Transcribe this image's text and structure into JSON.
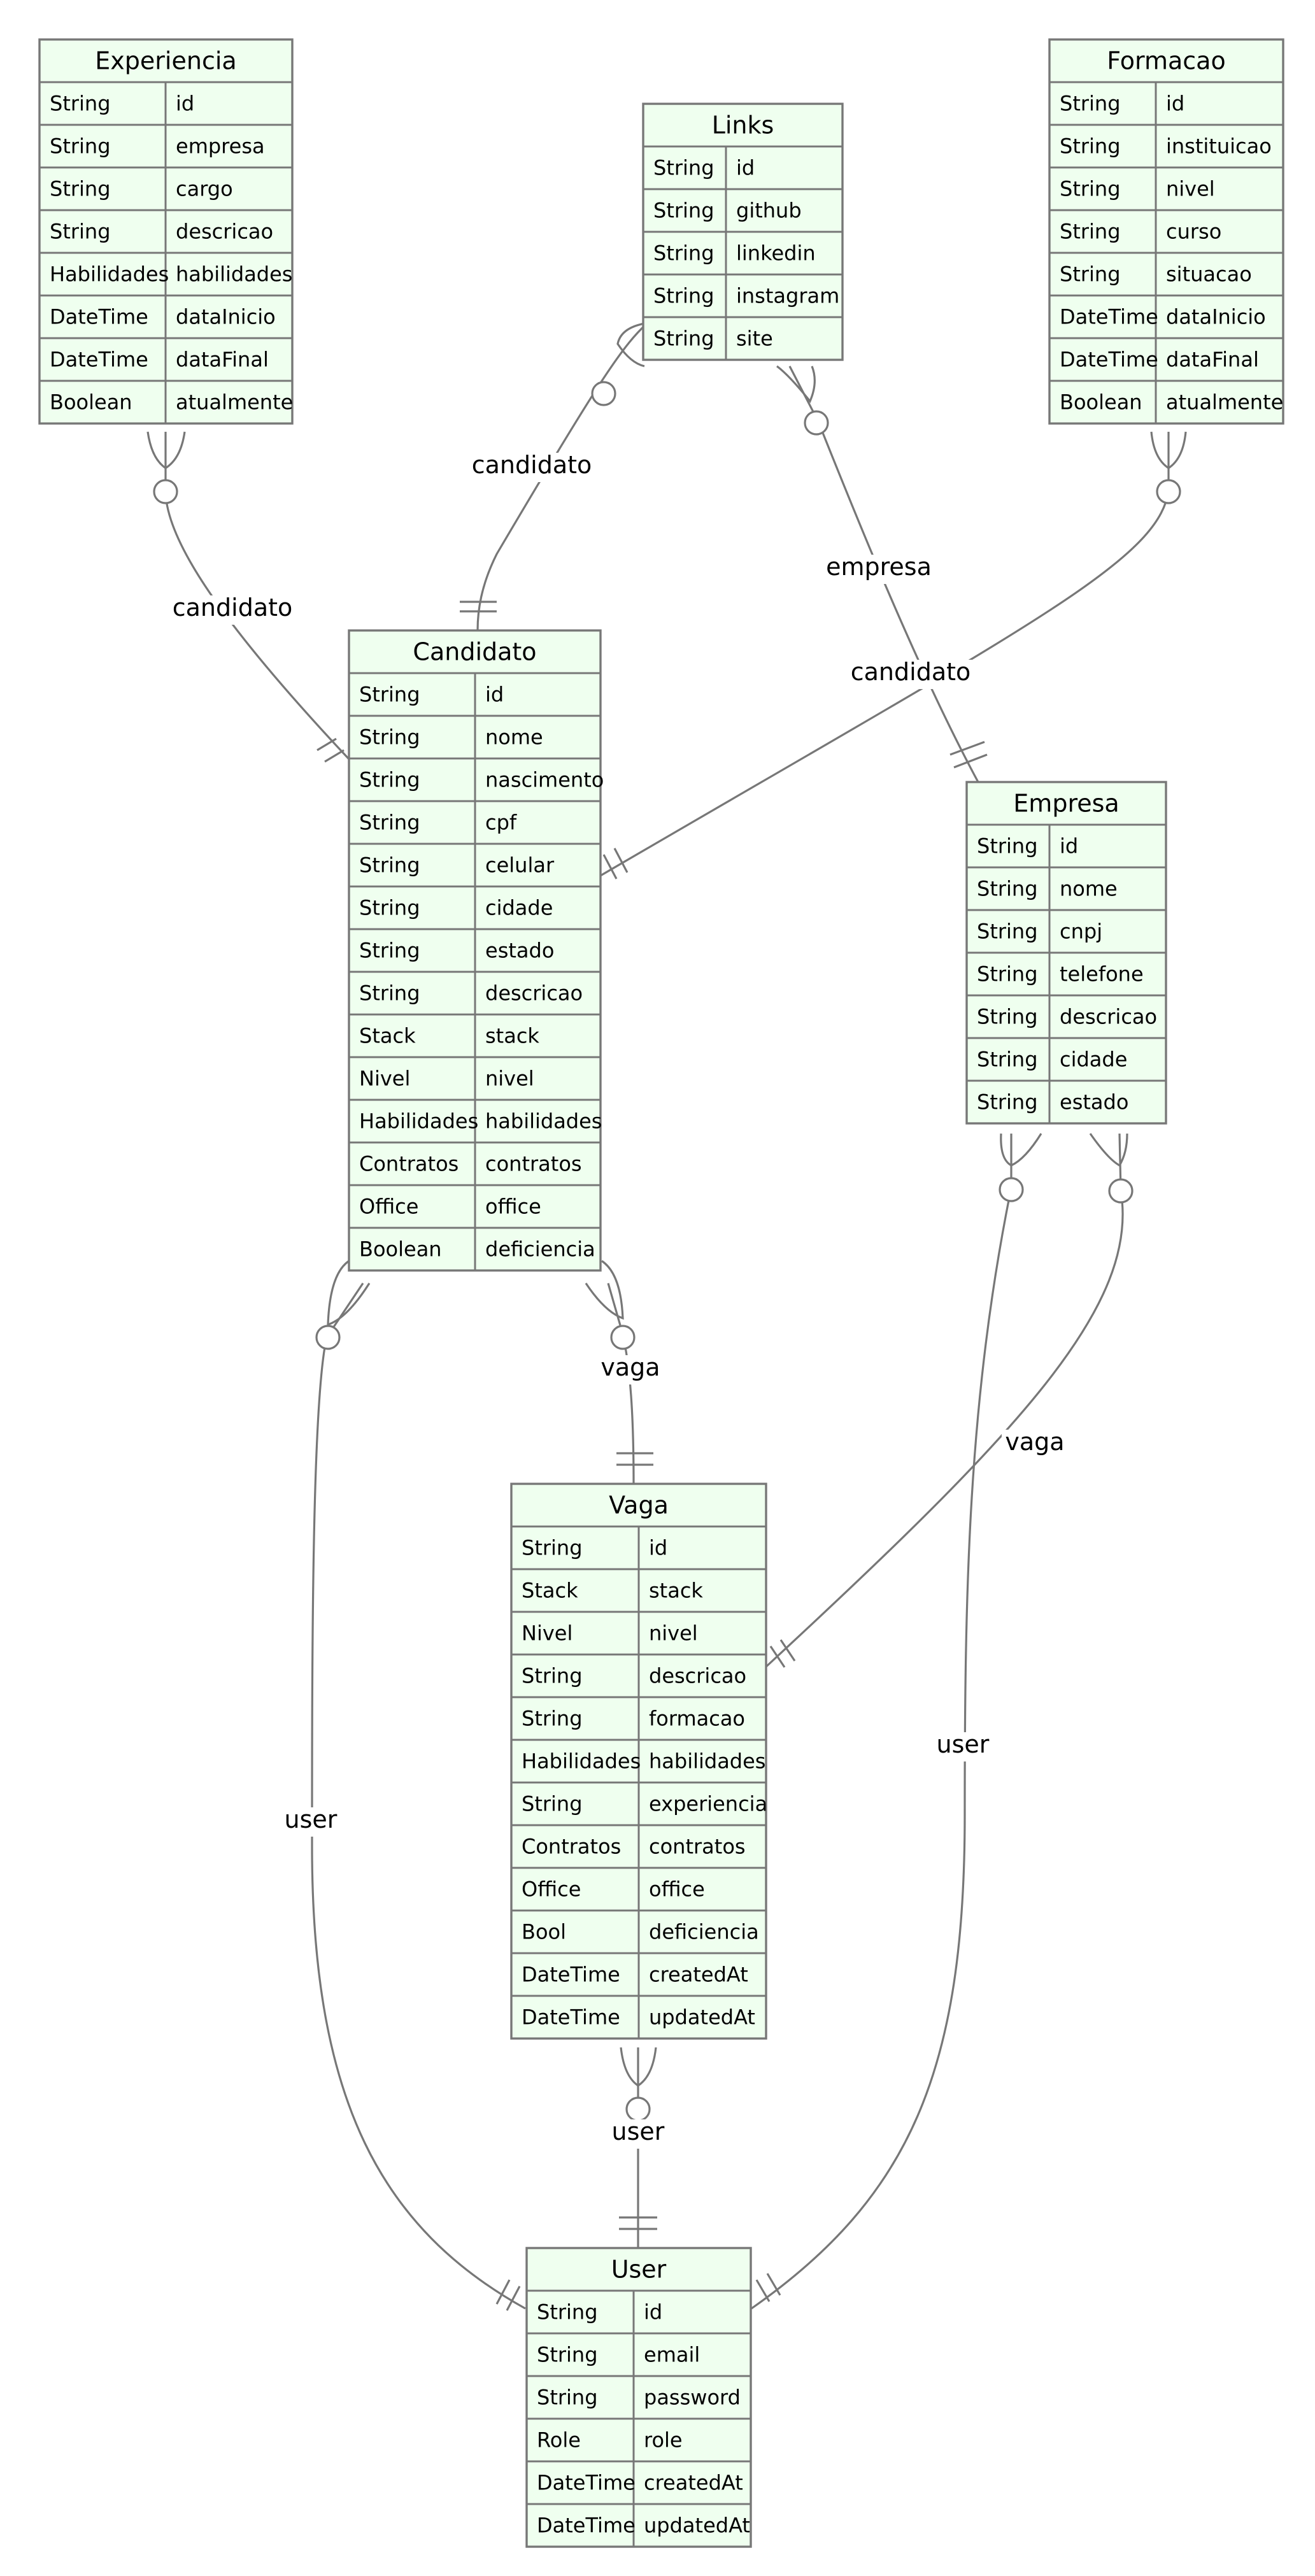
{
  "entities": {
    "experiencia": {
      "name": "Experiencia",
      "attributes": [
        {
          "type": "String",
          "name": "id"
        },
        {
          "type": "String",
          "name": "empresa"
        },
        {
          "type": "String",
          "name": "cargo"
        },
        {
          "type": "String",
          "name": "descricao"
        },
        {
          "type": "Habilidades",
          "name": "habilidades"
        },
        {
          "type": "DateTime",
          "name": "dataInicio"
        },
        {
          "type": "DateTime",
          "name": "dataFinal"
        },
        {
          "type": "Boolean",
          "name": "atualmente"
        }
      ]
    },
    "links": {
      "name": "Links",
      "attributes": [
        {
          "type": "String",
          "name": "id"
        },
        {
          "type": "String",
          "name": "github"
        },
        {
          "type": "String",
          "name": "linkedin"
        },
        {
          "type": "String",
          "name": "instagram"
        },
        {
          "type": "String",
          "name": "site"
        }
      ]
    },
    "formacao": {
      "name": "Formacao",
      "attributes": [
        {
          "type": "String",
          "name": "id"
        },
        {
          "type": "String",
          "name": "instituicao"
        },
        {
          "type": "String",
          "name": "nivel"
        },
        {
          "type": "String",
          "name": "curso"
        },
        {
          "type": "String",
          "name": "situacao"
        },
        {
          "type": "DateTime",
          "name": "dataInicio"
        },
        {
          "type": "DateTime",
          "name": "dataFinal"
        },
        {
          "type": "Boolean",
          "name": "atualmente"
        }
      ]
    },
    "candidato": {
      "name": "Candidato",
      "attributes": [
        {
          "type": "String",
          "name": "id"
        },
        {
          "type": "String",
          "name": "nome"
        },
        {
          "type": "String",
          "name": "nascimento"
        },
        {
          "type": "String",
          "name": "cpf"
        },
        {
          "type": "String",
          "name": "celular"
        },
        {
          "type": "String",
          "name": "cidade"
        },
        {
          "type": "String",
          "name": "estado"
        },
        {
          "type": "String",
          "name": "descricao"
        },
        {
          "type": "Stack",
          "name": "stack"
        },
        {
          "type": "Nivel",
          "name": "nivel"
        },
        {
          "type": "Habilidades",
          "name": "habilidades"
        },
        {
          "type": "Contratos",
          "name": "contratos"
        },
        {
          "type": "Office",
          "name": "office"
        },
        {
          "type": "Boolean",
          "name": "deficiencia"
        }
      ]
    },
    "empresa": {
      "name": "Empresa",
      "attributes": [
        {
          "type": "String",
          "name": "id"
        },
        {
          "type": "String",
          "name": "nome"
        },
        {
          "type": "String",
          "name": "cnpj"
        },
        {
          "type": "String",
          "name": "telefone"
        },
        {
          "type": "String",
          "name": "descricao"
        },
        {
          "type": "String",
          "name": "cidade"
        },
        {
          "type": "String",
          "name": "estado"
        }
      ]
    },
    "vaga": {
      "name": "Vaga",
      "attributes": [
        {
          "type": "String",
          "name": "id"
        },
        {
          "type": "Stack",
          "name": "stack"
        },
        {
          "type": "Nivel",
          "name": "nivel"
        },
        {
          "type": "String",
          "name": "descricao"
        },
        {
          "type": "String",
          "name": "formacao"
        },
        {
          "type": "Habilidades",
          "name": "habilidades"
        },
        {
          "type": "String",
          "name": "experiencia"
        },
        {
          "type": "Contratos",
          "name": "contratos"
        },
        {
          "type": "Office",
          "name": "office"
        },
        {
          "type": "Bool",
          "name": "deficiencia"
        },
        {
          "type": "DateTime",
          "name": "createdAt"
        },
        {
          "type": "DateTime",
          "name": "updatedAt"
        }
      ]
    },
    "user": {
      "name": "User",
      "attributes": [
        {
          "type": "String",
          "name": "id"
        },
        {
          "type": "String",
          "name": "email"
        },
        {
          "type": "String",
          "name": "password"
        },
        {
          "type": "Role",
          "name": "role"
        },
        {
          "type": "DateTime",
          "name": "createdAt"
        },
        {
          "type": "DateTime",
          "name": "updatedAt"
        }
      ]
    }
  },
  "relationships": [
    {
      "from": "Experiencia",
      "to": "Candidato",
      "label": "candidato"
    },
    {
      "from": "Links",
      "to": "Candidato",
      "label": "candidato"
    },
    {
      "from": "Links",
      "to": "Empresa",
      "label": "empresa"
    },
    {
      "from": "Formacao",
      "to": "Candidato",
      "label": "candidato"
    },
    {
      "from": "Candidato",
      "to": "Vaga",
      "label": "vaga"
    },
    {
      "from": "Empresa",
      "to": "Vaga",
      "label": "vaga"
    },
    {
      "from": "Candidato",
      "to": "User",
      "label": "user"
    },
    {
      "from": "Vaga",
      "to": "User",
      "label": "user"
    },
    {
      "from": "Empresa",
      "to": "User",
      "label": "user"
    }
  ],
  "colors": {
    "entity_fill": "#efffef",
    "stroke": "#777777",
    "text": "#000000"
  }
}
